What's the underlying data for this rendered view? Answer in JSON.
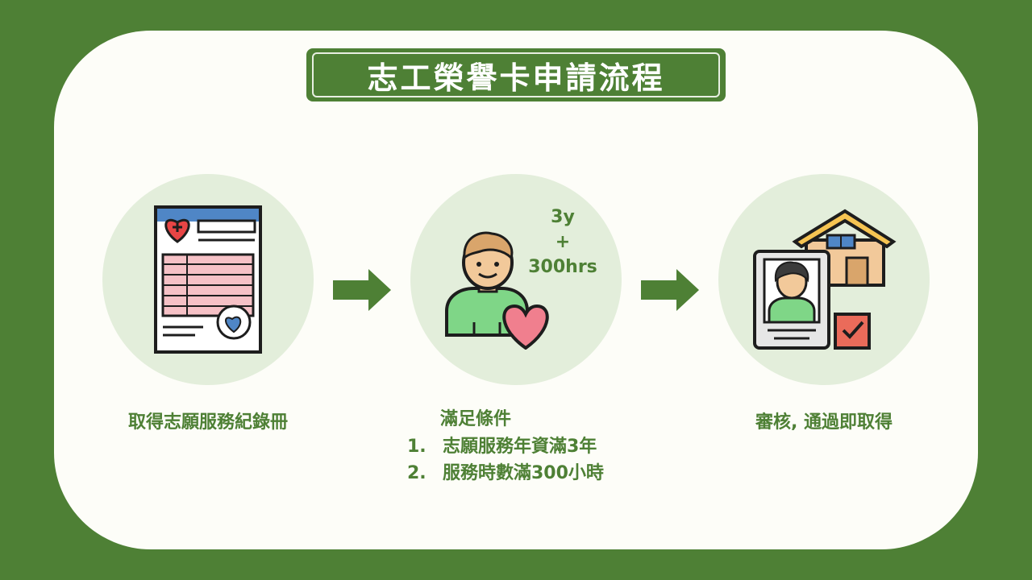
{
  "title": "志工榮譽卡申請流程",
  "steps": [
    {
      "label": "取得志願服務紀錄冊",
      "icon": "record-book-icon"
    },
    {
      "heading": "滿足條件",
      "icon": "volunteer-heart-icon",
      "badge": {
        "years": "3y",
        "plus": "+",
        "hours": "300hrs"
      },
      "conditions": [
        {
          "num": "1.",
          "text": "志願服務年資滿3年"
        },
        {
          "num": "2.",
          "text": "服務時數滿300小時"
        }
      ]
    },
    {
      "label": "審核, 通過即取得",
      "icon": "id-card-house-icon"
    }
  ],
  "colors": {
    "background": "#4e8035",
    "card": "#fdfdf8",
    "circle": "#e3eedb",
    "text": "#4e8035"
  }
}
